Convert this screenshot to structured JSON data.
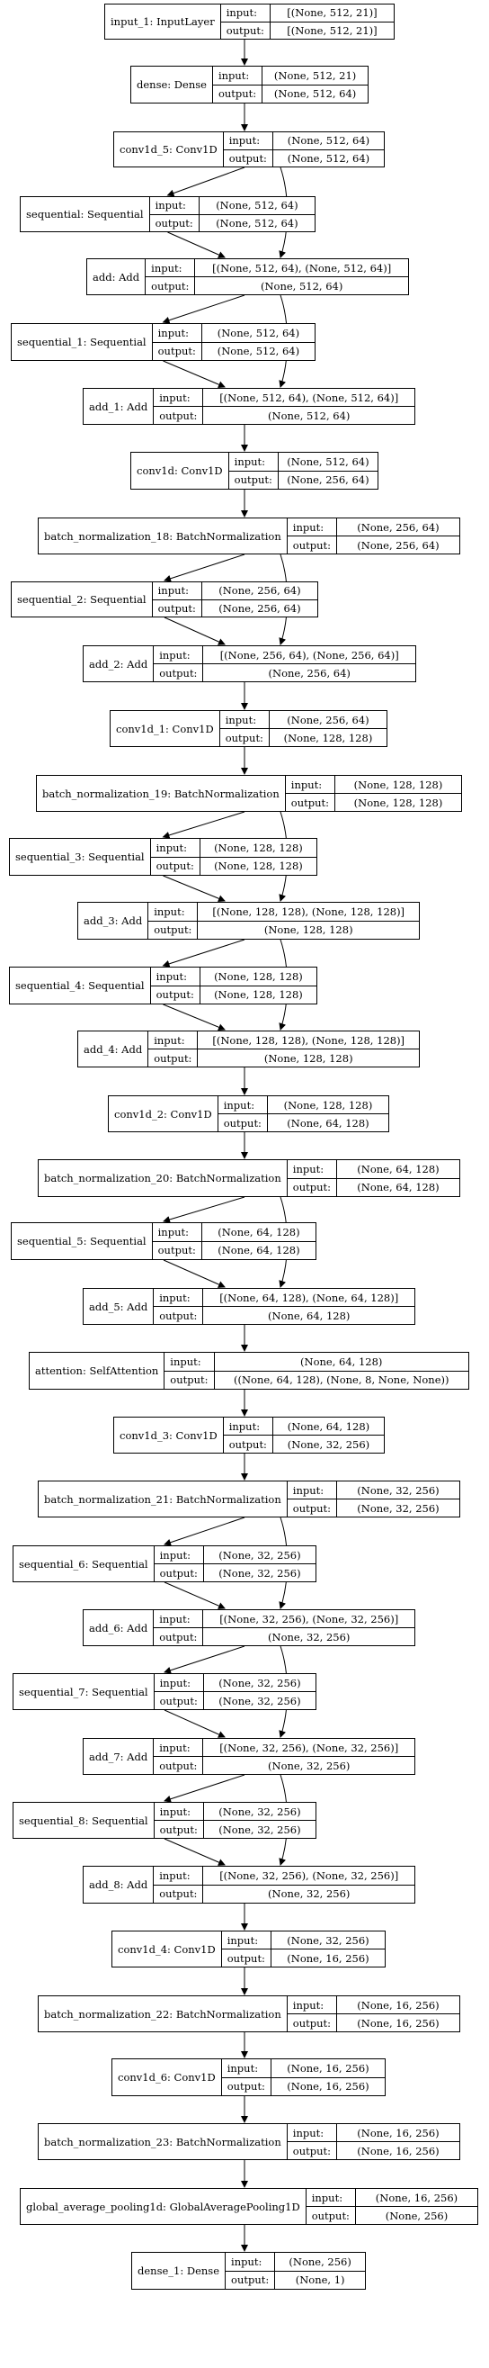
{
  "nodes": [
    {
      "id": "n0",
      "name": "input_1: InputLayer",
      "in": "[(None, 512, 21)]",
      "out": "[(None, 512, 21)]"
    },
    {
      "id": "n1",
      "name": "dense: Dense",
      "in": "(None, 512, 21)",
      "out": "(None, 512, 64)"
    },
    {
      "id": "n2",
      "name": "conv1d_5: Conv1D",
      "in": "(None, 512, 64)",
      "out": "(None, 512, 64)"
    },
    {
      "id": "n3",
      "name": "sequential: Sequential",
      "in": "(None, 512, 64)",
      "out": "(None, 512, 64)"
    },
    {
      "id": "n4",
      "name": "add: Add",
      "in": "[(None, 512, 64), (None, 512, 64)]",
      "out": "(None, 512, 64)"
    },
    {
      "id": "n5",
      "name": "sequential_1: Sequential",
      "in": "(None, 512, 64)",
      "out": "(None, 512, 64)"
    },
    {
      "id": "n6",
      "name": "add_1: Add",
      "in": "[(None, 512, 64), (None, 512, 64)]",
      "out": "(None, 512, 64)"
    },
    {
      "id": "n7",
      "name": "conv1d: Conv1D",
      "in": "(None, 512, 64)",
      "out": "(None, 256, 64)"
    },
    {
      "id": "n8",
      "name": "batch_normalization_18: BatchNormalization",
      "in": "(None, 256, 64)",
      "out": "(None, 256, 64)"
    },
    {
      "id": "n9",
      "name": "sequential_2: Sequential",
      "in": "(None, 256, 64)",
      "out": "(None, 256, 64)"
    },
    {
      "id": "n10",
      "name": "add_2: Add",
      "in": "[(None, 256, 64), (None, 256, 64)]",
      "out": "(None, 256, 64)"
    },
    {
      "id": "n11",
      "name": "conv1d_1: Conv1D",
      "in": "(None, 256, 64)",
      "out": "(None, 128, 128)"
    },
    {
      "id": "n12",
      "name": "batch_normalization_19: BatchNormalization",
      "in": "(None, 128, 128)",
      "out": "(None, 128, 128)"
    },
    {
      "id": "n13",
      "name": "sequential_3: Sequential",
      "in": "(None, 128, 128)",
      "out": "(None, 128, 128)"
    },
    {
      "id": "n14",
      "name": "add_3: Add",
      "in": "[(None, 128, 128), (None, 128, 128)]",
      "out": "(None, 128, 128)"
    },
    {
      "id": "n15",
      "name": "sequential_4: Sequential",
      "in": "(None, 128, 128)",
      "out": "(None, 128, 128)"
    },
    {
      "id": "n16",
      "name": "add_4: Add",
      "in": "[(None, 128, 128), (None, 128, 128)]",
      "out": "(None, 128, 128)"
    },
    {
      "id": "n17",
      "name": "conv1d_2: Conv1D",
      "in": "(None, 128, 128)",
      "out": "(None, 64, 128)"
    },
    {
      "id": "n18",
      "name": "batch_normalization_20: BatchNormalization",
      "in": "(None, 64, 128)",
      "out": "(None, 64, 128)"
    },
    {
      "id": "n19",
      "name": "sequential_5: Sequential",
      "in": "(None, 64, 128)",
      "out": "(None, 64, 128)"
    },
    {
      "id": "n20",
      "name": "add_5: Add",
      "in": "[(None, 64, 128), (None, 64, 128)]",
      "out": "(None, 64, 128)"
    },
    {
      "id": "n21",
      "name": "attention: SelfAttention",
      "in": "(None, 64, 128)",
      "out": "((None, 64, 128), (None, 8, None, None))"
    },
    {
      "id": "n22",
      "name": "conv1d_3: Conv1D",
      "in": "(None, 64, 128)",
      "out": "(None, 32, 256)"
    },
    {
      "id": "n23",
      "name": "batch_normalization_21: BatchNormalization",
      "in": "(None, 32, 256)",
      "out": "(None, 32, 256)"
    },
    {
      "id": "n24",
      "name": "sequential_6: Sequential",
      "in": "(None, 32, 256)",
      "out": "(None, 32, 256)"
    },
    {
      "id": "n25",
      "name": "add_6: Add",
      "in": "[(None, 32, 256), (None, 32, 256)]",
      "out": "(None, 32, 256)"
    },
    {
      "id": "n26",
      "name": "sequential_7: Sequential",
      "in": "(None, 32, 256)",
      "out": "(None, 32, 256)"
    },
    {
      "id": "n27",
      "name": "add_7: Add",
      "in": "[(None, 32, 256), (None, 32, 256)]",
      "out": "(None, 32, 256)"
    },
    {
      "id": "n28",
      "name": "sequential_8: Sequential",
      "in": "(None, 32, 256)",
      "out": "(None, 32, 256)"
    },
    {
      "id": "n29",
      "name": "add_8: Add",
      "in": "[(None, 32, 256), (None, 32, 256)]",
      "out": "(None, 32, 256)"
    },
    {
      "id": "n30",
      "name": "conv1d_4: Conv1D",
      "in": "(None, 32, 256)",
      "out": "(None, 16, 256)"
    },
    {
      "id": "n31",
      "name": "batch_normalization_22: BatchNormalization",
      "in": "(None, 16, 256)",
      "out": "(None, 16, 256)"
    },
    {
      "id": "n32",
      "name": "conv1d_6: Conv1D",
      "in": "(None, 16, 256)",
      "out": "(None, 16, 256)"
    },
    {
      "id": "n33",
      "name": "batch_normalization_23: BatchNormalization",
      "in": "(None, 16, 256)",
      "out": "(None, 16, 256)"
    },
    {
      "id": "n34",
      "name": "global_average_pooling1d: GlobalAveragePooling1D",
      "in": "(None, 16, 256)",
      "out": "(None, 256)"
    },
    {
      "id": "n35",
      "name": "dense_1: Dense",
      "in": "(None, 256)",
      "out": "(None, 1)"
    }
  ],
  "labels": {
    "input": "input:",
    "output": "output:"
  },
  "edges": [
    [
      "n0",
      "n1"
    ],
    [
      "n1",
      "n2"
    ],
    [
      "n2",
      "n3"
    ],
    [
      "n2",
      "n4"
    ],
    [
      "n3",
      "n4"
    ],
    [
      "n4",
      "n5"
    ],
    [
      "n4",
      "n6"
    ],
    [
      "n5",
      "n6"
    ],
    [
      "n6",
      "n7"
    ],
    [
      "n7",
      "n8"
    ],
    [
      "n8",
      "n9"
    ],
    [
      "n8",
      "n10"
    ],
    [
      "n9",
      "n10"
    ],
    [
      "n10",
      "n11"
    ],
    [
      "n11",
      "n12"
    ],
    [
      "n12",
      "n13"
    ],
    [
      "n12",
      "n14"
    ],
    [
      "n13",
      "n14"
    ],
    [
      "n14",
      "n15"
    ],
    [
      "n14",
      "n16"
    ],
    [
      "n15",
      "n16"
    ],
    [
      "n16",
      "n17"
    ],
    [
      "n17",
      "n18"
    ],
    [
      "n18",
      "n19"
    ],
    [
      "n18",
      "n20"
    ],
    [
      "n19",
      "n20"
    ],
    [
      "n20",
      "n21"
    ],
    [
      "n21",
      "n22"
    ],
    [
      "n22",
      "n23"
    ],
    [
      "n23",
      "n24"
    ],
    [
      "n23",
      "n25"
    ],
    [
      "n24",
      "n25"
    ],
    [
      "n25",
      "n26"
    ],
    [
      "n25",
      "n27"
    ],
    [
      "n26",
      "n27"
    ],
    [
      "n27",
      "n28"
    ],
    [
      "n27",
      "n29"
    ],
    [
      "n28",
      "n29"
    ],
    [
      "n29",
      "n30"
    ],
    [
      "n30",
      "n31"
    ],
    [
      "n31",
      "n32"
    ],
    [
      "n32",
      "n33"
    ],
    [
      "n33",
      "n34"
    ],
    [
      "n34",
      "n35"
    ]
  ]
}
